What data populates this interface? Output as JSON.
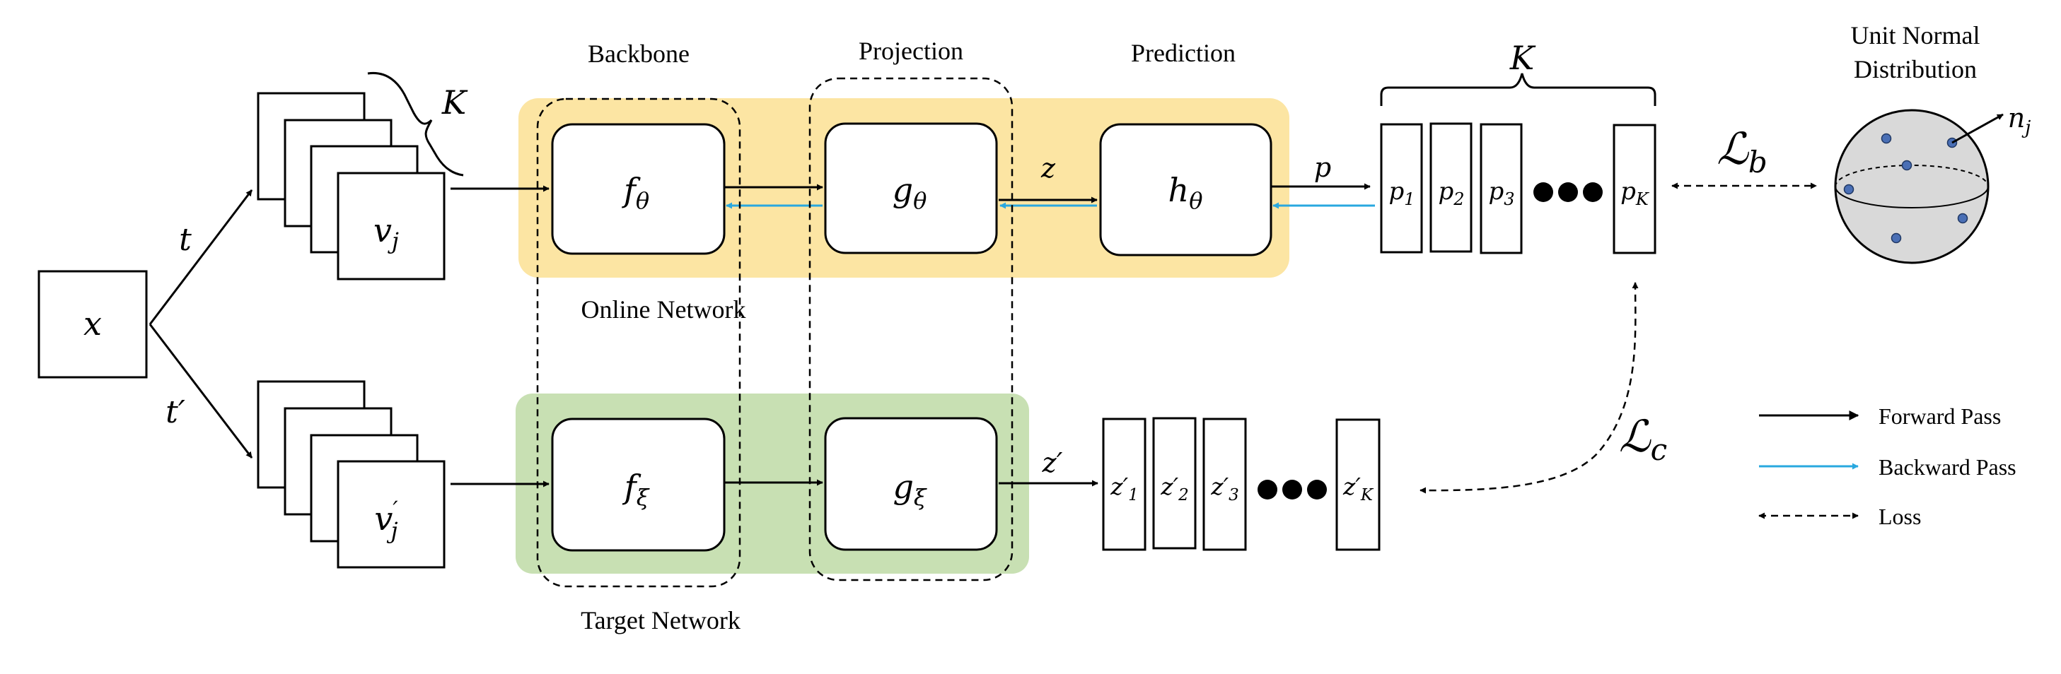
{
  "colors": {
    "online_panel": "#fce5a3",
    "target_panel": "#c8e0b3",
    "backward_arrow": "#29a8df",
    "sphere_fill": "#d9d9d9",
    "sphere_dots": "#4a6fb5"
  },
  "input": {
    "label": "x"
  },
  "transforms": {
    "t": "t",
    "t_prime": "t′"
  },
  "online": {
    "view_label": "v",
    "view_sub": "j",
    "stack_count_label": "K",
    "encoder": {
      "base": "f",
      "sub": "θ"
    },
    "projector": {
      "base": "g",
      "sub": "θ"
    },
    "predictor": {
      "base": "h",
      "sub": "θ"
    },
    "z_label": "z",
    "p_label": "p",
    "network_label": "Online Network"
  },
  "target": {
    "view_label": "v",
    "view_sub": "j",
    "view_sup": "′",
    "encoder": {
      "base": "f",
      "sub": "ξ"
    },
    "projector": {
      "base": "g",
      "sub": "ξ"
    },
    "z_label": "z′",
    "network_label": "Target Network"
  },
  "groups": {
    "backbone": "Backbone",
    "projection": "Projection",
    "prediction": "Prediction"
  },
  "p_outputs": {
    "brace_label": "K",
    "cells": [
      {
        "base": "p",
        "sub": "1"
      },
      {
        "base": "p",
        "sub": "2"
      },
      {
        "base": "p",
        "sub": "3"
      },
      {
        "base": "p",
        "sub": "K"
      }
    ]
  },
  "z_outputs": {
    "cells": [
      {
        "base": "z′",
        "sub": "1"
      },
      {
        "base": "z′",
        "sub": "2"
      },
      {
        "base": "z′",
        "sub": "3"
      },
      {
        "base": "z′",
        "sub": "K"
      }
    ]
  },
  "losses": {
    "lb_base": "ℒ",
    "lb_sub": "b",
    "lc_base": "ℒ",
    "lc_sub": "c"
  },
  "sphere": {
    "title_line1": "Unit Normal",
    "title_line2": "Distribution",
    "vector_base": "n",
    "vector_sub": "j"
  },
  "legend": {
    "forward": "Forward Pass",
    "backward": "Backward Pass",
    "loss": "Loss"
  }
}
